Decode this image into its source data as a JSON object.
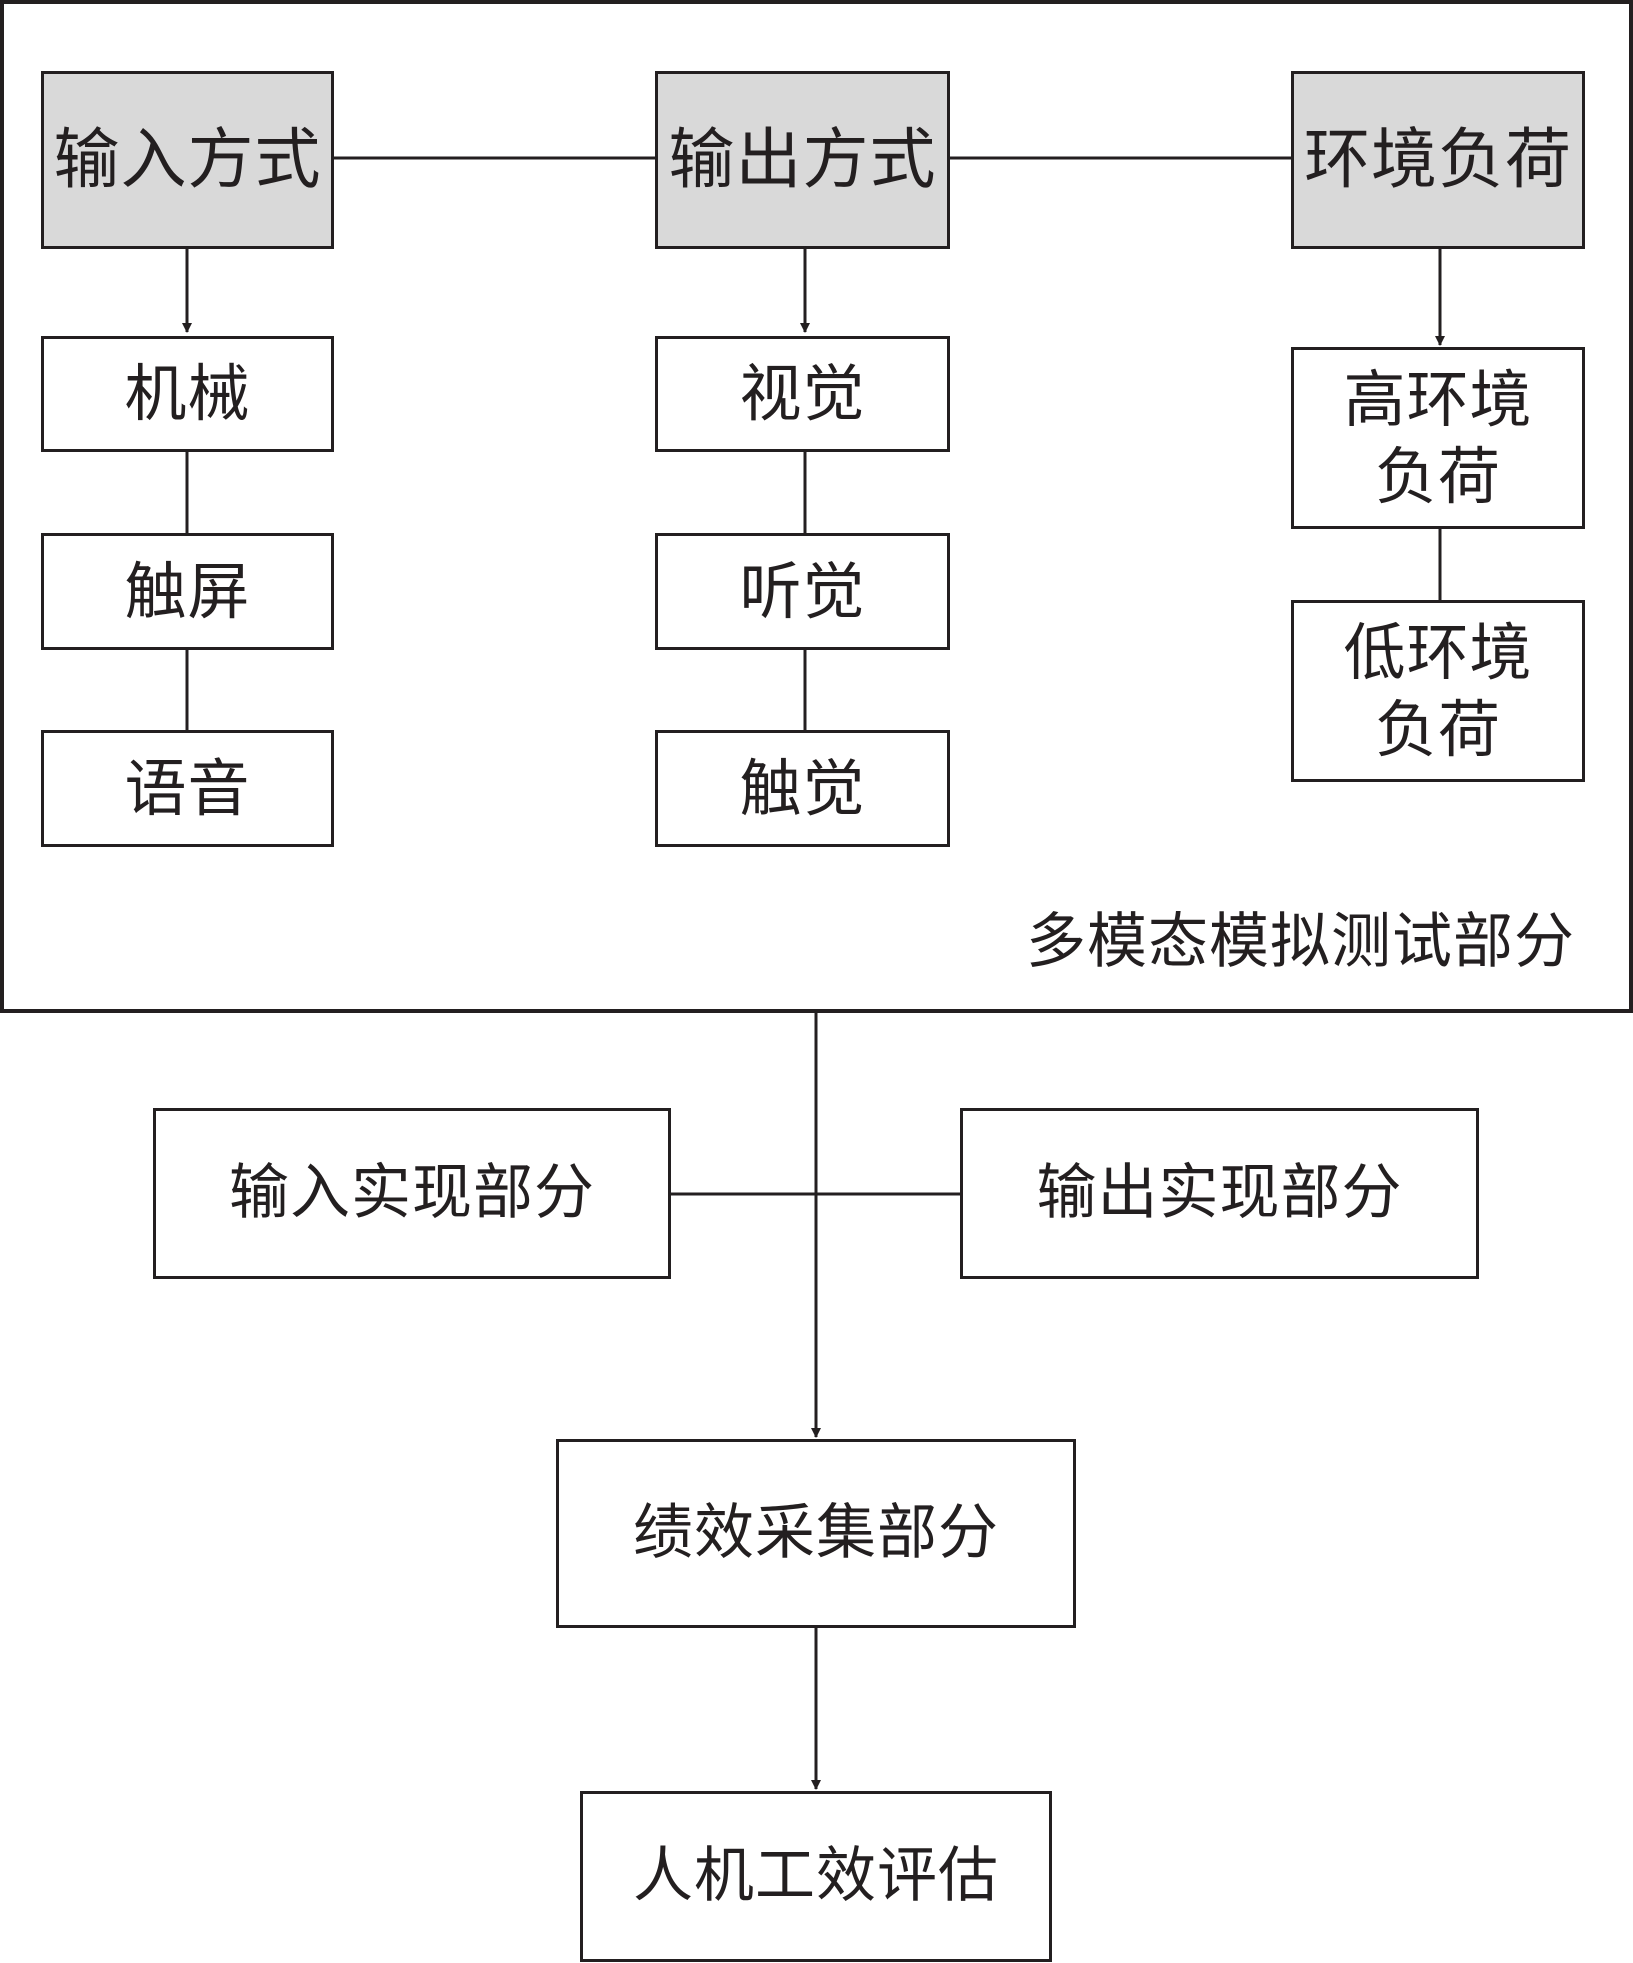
{
  "diagram": {
    "frame_label": "多模态模拟测试部分",
    "columns": [
      {
        "header": "输入方式",
        "items": [
          "机械",
          "触屏",
          "语音"
        ]
      },
      {
        "header": "输出方式",
        "items": [
          "视觉",
          "听觉",
          "触觉"
        ]
      },
      {
        "header": "环境负荷",
        "items": [
          "高环境\n负荷",
          "低环境\n负荷"
        ]
      }
    ],
    "input_impl": "输入实现部分",
    "output_impl": "输出实现部分",
    "performance": "绩效采集部分",
    "evaluation": "人机工效评估"
  }
}
